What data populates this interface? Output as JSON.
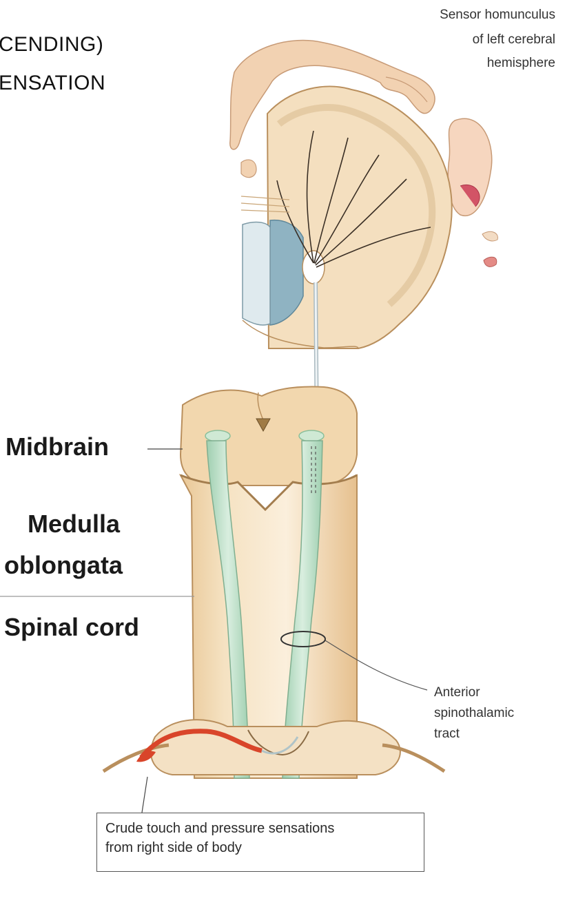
{
  "heading": {
    "line1": "CENDING)",
    "line2": "ENSATION"
  },
  "top_label": [
    "Sensor homunculus",
    "of left cerebral",
    "hemisphere"
  ],
  "regions": {
    "midbrain": "Midbrain",
    "medulla_line1": "Medulla",
    "medulla_line2": "oblongata",
    "spinal_cord": "Spinal cord"
  },
  "tract_label": [
    "Anterior",
    "spinothalamic",
    "tract"
  ],
  "caption": [
    "Crude touch and pressure sensations",
    "from right side of body"
  ],
  "colors": {
    "tissue": "#f2ddb8",
    "tissue_outline": "#b98f5d",
    "tract_green": "#bfe0c8",
    "ventricle_blue": "#8fb3c2",
    "nerve_red": "#d9452a",
    "skin": "#f3cfae"
  }
}
